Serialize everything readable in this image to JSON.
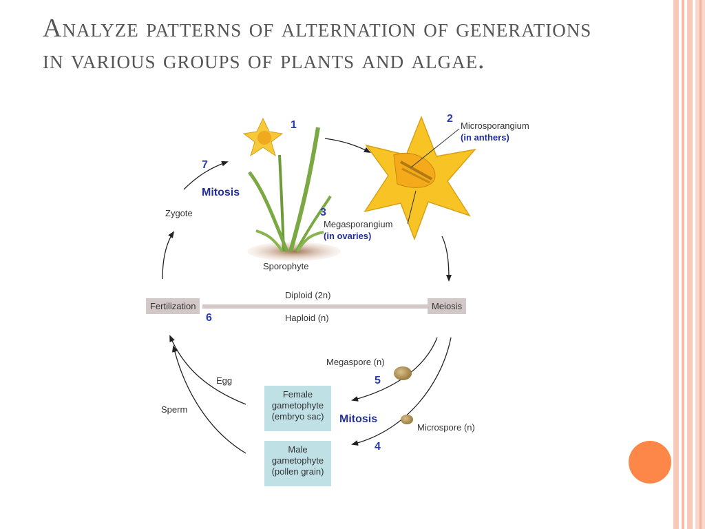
{
  "slide": {
    "title": "Analyze patterns of alternation of generations in various groups of plants and algae."
  },
  "diagram": {
    "steps": {
      "s1": "1",
      "s2": "2",
      "s3": "3",
      "s4": "4",
      "s5": "5",
      "s6": "6",
      "s7": "7"
    },
    "labels": {
      "microsporangium": "Microsporangium",
      "in_anthers": "(in anthers)",
      "megasporangium": "Megasporangium",
      "in_ovaries": "(in ovaries)",
      "sporophyte": "Sporophyte",
      "zygote": "Zygote",
      "mitosis_top": "Mitosis",
      "fertilization": "Fertilization",
      "meiosis": "Meiosis",
      "diploid": "Diploid (2n)",
      "haploid": "Haploid (n)",
      "megaspore": "Megaspore (n)",
      "microspore": "Microspore (n)",
      "egg": "Egg",
      "sperm": "Sperm",
      "mitosis_bottom": "Mitosis",
      "female_line1": "Female",
      "female_line2": "gametophyte",
      "female_line3": "(embryo sac)",
      "male_line1": "Male",
      "male_line2": "gametophyte",
      "male_line3": "(pollen grain)"
    },
    "colors": {
      "step_number": "#2a3ab2",
      "gametophyte_box": "#bfe1e6",
      "ploidy_bar": "#d2c8c7",
      "flower_yellow": "#f7c325",
      "accent_circle": "#fd8748"
    }
  }
}
